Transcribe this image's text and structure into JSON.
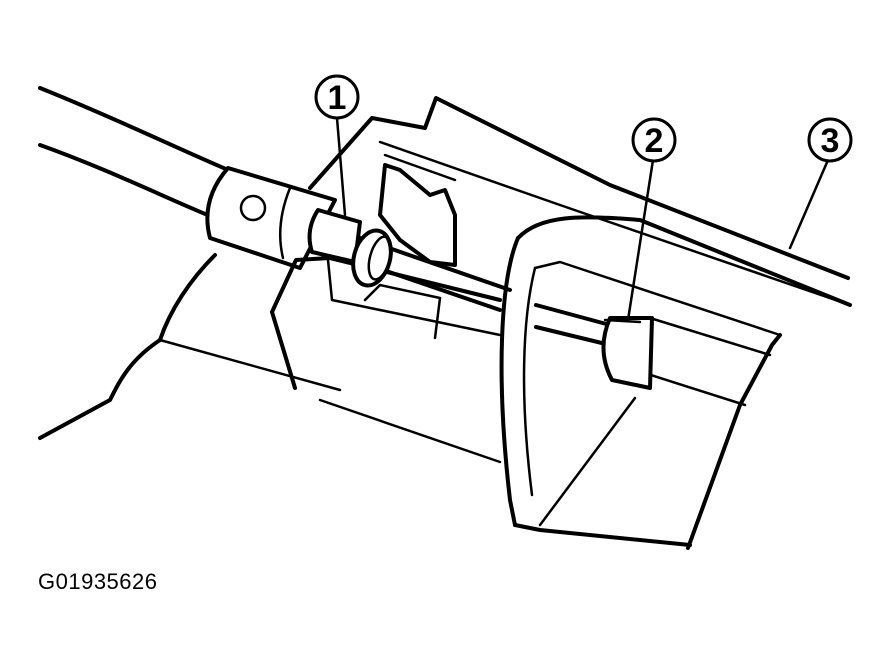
{
  "callouts": [
    {
      "id": "1",
      "label": "1"
    },
    {
      "id": "2",
      "label": "2"
    },
    {
      "id": "3",
      "label": "3"
    }
  ],
  "figure_id": "G01935626"
}
